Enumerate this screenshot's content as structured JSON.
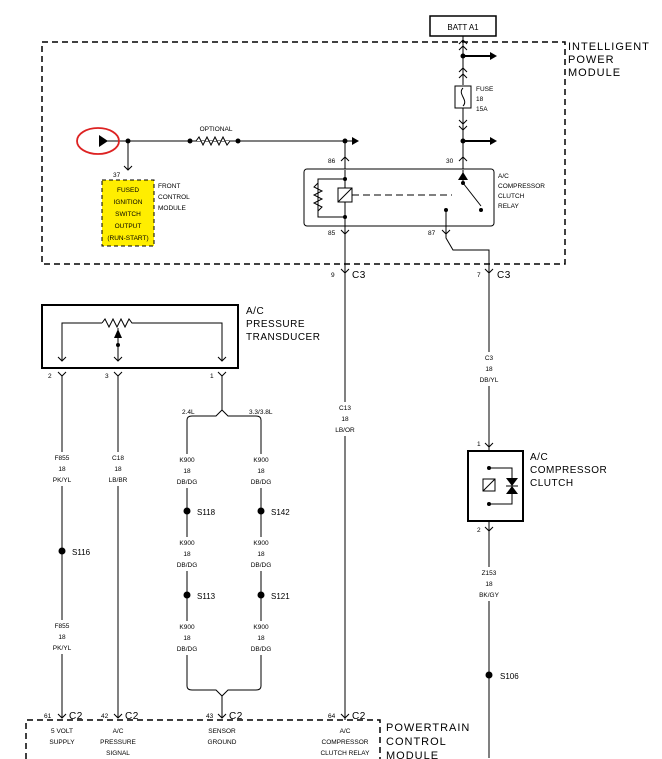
{
  "batt": "BATT A1",
  "ipm": [
    "INTELLIGENT",
    "POWER",
    "MODULE"
  ],
  "fuse": {
    "label": "FUSE",
    "num": "18",
    "rating": "15A"
  },
  "optional": "OPTIONAL",
  "fcm": {
    "pin": "37",
    "lines": [
      "FRONT",
      "CONTROL",
      "MODULE"
    ]
  },
  "fused_output": [
    "FUSED",
    "IGNITION",
    "SWITCH",
    "OUTPUT",
    "(RUN-START)"
  ],
  "relay": {
    "pins": {
      "p86": "86",
      "p30": "30",
      "p85": "85",
      "p87": "87"
    },
    "lines": [
      "A/C",
      "COMPRESSOR",
      "CLUTCH",
      "RELAY"
    ]
  },
  "connectors": {
    "c3_left": {
      "pin": "9",
      "name": "C3"
    },
    "c3_right": {
      "pin": "7",
      "name": "C3"
    }
  },
  "transducer": {
    "lines": [
      "A/C",
      "PRESSURE",
      "TRANSDUCER"
    ],
    "pins": [
      "2",
      "3",
      "1"
    ]
  },
  "engines": {
    "left": "2.4L",
    "right": "3.3/3.8L"
  },
  "wires": {
    "f855_top": [
      "F855",
      "18",
      "PK/YL"
    ],
    "c18": [
      "C18",
      "18",
      "LB/BR"
    ],
    "k900": [
      "K900",
      "18",
      "DB/DG"
    ],
    "c13": [
      "C13",
      "18",
      "LB/OR"
    ],
    "c3_wire": [
      "C3",
      "18",
      "DB/YL"
    ],
    "z153": [
      "Z153",
      "18",
      "BK/GY"
    ]
  },
  "splices": {
    "s116": "S116",
    "s118": "S118",
    "s142": "S142",
    "s113": "S113",
    "s121": "S121",
    "s106": "S106"
  },
  "clutch": {
    "lines": [
      "A/C",
      "COMPRESSOR",
      "CLUTCH"
    ],
    "pin_top": "1",
    "pin_bottom": "2"
  },
  "pcm": {
    "lines": [
      "POWERTRAIN",
      "CONTROL",
      "MODULE"
    ],
    "connector": "C2",
    "pins": [
      {
        "pin": "61",
        "lines": [
          "5 VOLT",
          "SUPPLY"
        ]
      },
      {
        "pin": "42",
        "lines": [
          "A/C",
          "PRESSURE",
          "SIGNAL"
        ]
      },
      {
        "pin": "43",
        "lines": [
          "SENSOR",
          "GROUND"
        ]
      },
      {
        "pin": "64",
        "lines": [
          "A/C",
          "COMPRESSOR",
          "CLUTCH RELAY"
        ]
      }
    ]
  }
}
